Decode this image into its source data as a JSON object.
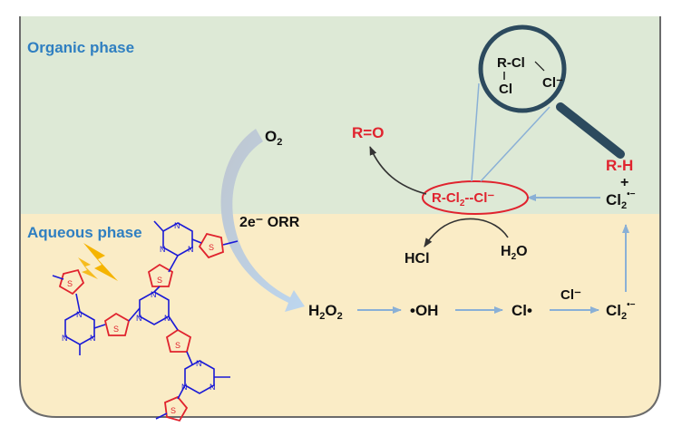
{
  "phases": {
    "organic": "Organic phase",
    "aqueous": "Aqueous phase"
  },
  "species": {
    "o2": "O",
    "o2_sub": "2",
    "orr": "2e⁻ ORR",
    "r_eq_o": "R=O",
    "complex_a": "R-Cl",
    "complex_sub": "2",
    "complex_b": "--Cl⁻",
    "hcl": "HCl",
    "h2o": "H",
    "h2o_sub": "2",
    "h2o_tail": "O",
    "h2o2_a": "H",
    "h2o2_sub1": "2",
    "h2o2_b": "O",
    "h2o2_sub2": "2",
    "oh_radical": "•OH",
    "cl_radical": "Cl•",
    "cl_minus": "Cl⁻",
    "cl2_radical": "Cl",
    "cl2_sub": "2",
    "cl2_sup": "•−",
    "rh": "R-H",
    "plus": "+",
    "rcl": "R-Cl",
    "cl_atom": "Cl",
    "cl_ion": "Cl⁻"
  },
  "colors": {
    "organic_bg": "#dde9d6",
    "aqueous_bg": "#faecc6",
    "phase_label": "#2f7fc1",
    "accent_red": "#e0232e",
    "arrow_blue": "#8ab0d6",
    "polymer_blue": "#1a1ad6",
    "polymer_red": "#e0232e",
    "magnifier": "#2c4a5e",
    "lightning": "#f5b400"
  },
  "icons": {
    "magnifier": "magnifier-icon",
    "lightning": "lightning-icon"
  }
}
